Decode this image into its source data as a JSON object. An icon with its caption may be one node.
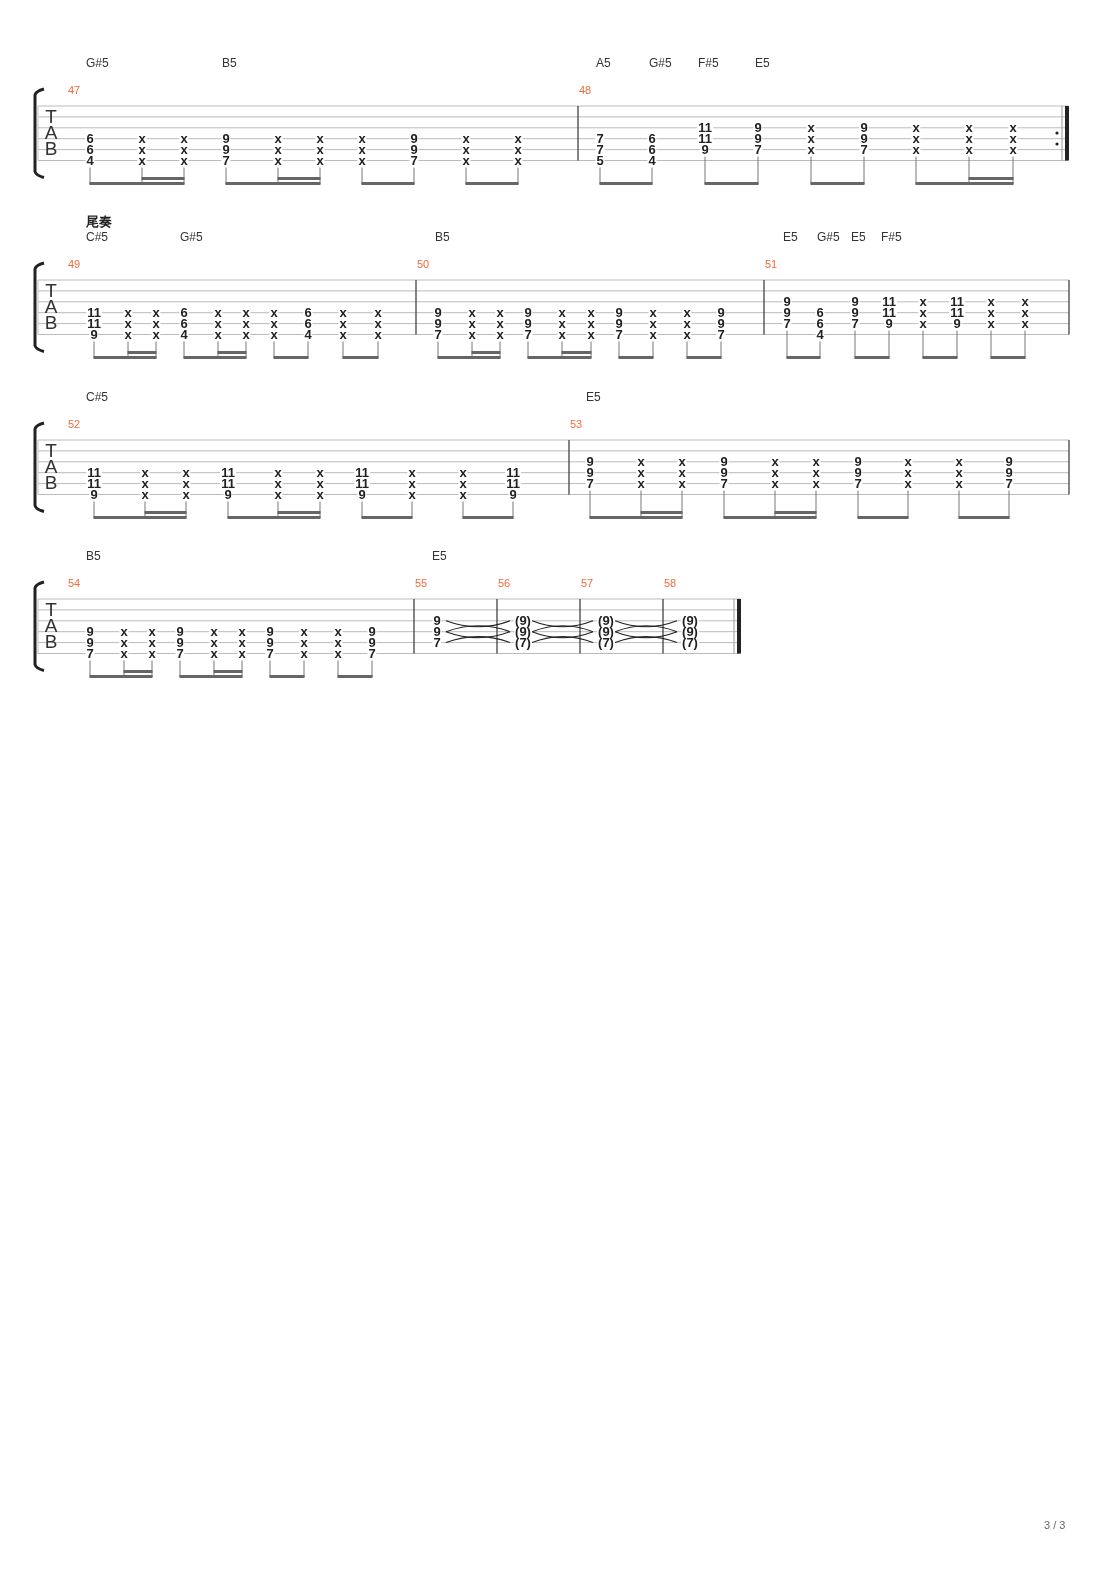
{
  "diagram": {
    "labels": [
      "T",
      "A",
      "B",
      "G#5",
      "B5",
      "A5",
      "G#5",
      "F#5",
      "E5",
      "47",
      "6",
      "6",
      "4",
      "x",
      "x",
      "x",
      "x",
      "x",
      "x",
      "9",
      "9",
      "7",
      "x",
      "x",
      "x",
      "x",
      "x",
      "x",
      "x",
      "x",
      "x",
      "9",
      "9",
      "7",
      "x",
      "x",
      "x",
      "x",
      "x",
      "x",
      "48",
      "7",
      "7",
      "5",
      "6",
      "6",
      "4",
      "11",
      "11",
      "9",
      "9",
      "9",
      "7",
      "x",
      "x",
      "x",
      "9",
      "9",
      "7",
      "x",
      "x",
      "x",
      "x",
      "x",
      "x",
      "x",
      "x",
      "x",
      "T",
      "A",
      "B",
      "尾奏",
      "C#5",
      "G#5",
      "B5",
      "E5",
      "G#5",
      "E5",
      "F#5",
      "49",
      "11",
      "11",
      "9",
      "x",
      "x",
      "x",
      "x",
      "x",
      "x",
      "6",
      "6",
      "4",
      "x",
      "x",
      "x",
      "x",
      "x",
      "x",
      "x",
      "x",
      "x",
      "6",
      "6",
      "4",
      "x",
      "x",
      "x",
      "x",
      "x",
      "x",
      "50",
      "9",
      "9",
      "7",
      "x",
      "x",
      "x",
      "x",
      "x",
      "x",
      "9",
      "9",
      "7",
      "x",
      "x",
      "x",
      "x",
      "x",
      "x",
      "9",
      "9",
      "7",
      "x",
      "x",
      "x",
      "x",
      "x",
      "x",
      "9",
      "9",
      "7",
      "51",
      "9",
      "9",
      "7",
      "6",
      "6",
      "4",
      "9",
      "9",
      "7",
      "11",
      "11",
      "9",
      "x",
      "x",
      "x",
      "11",
      "11",
      "9",
      "x",
      "x",
      "x",
      "x",
      "x",
      "x",
      "T",
      "A",
      "B",
      "C#5",
      "E5",
      "52",
      "11",
      "11",
      "9",
      "x",
      "x",
      "x",
      "x",
      "x",
      "x",
      "11",
      "11",
      "9",
      "x",
      "x",
      "x",
      "x",
      "x",
      "x",
      "11",
      "11",
      "9",
      "x",
      "x",
      "x",
      "x",
      "x",
      "x",
      "11",
      "11",
      "9",
      "53",
      "9",
      "9",
      "7",
      "x",
      "x",
      "x",
      "x",
      "x",
      "x",
      "9",
      "9",
      "7",
      "x",
      "x",
      "x",
      "x",
      "x",
      "x",
      "9",
      "9",
      "7",
      "x",
      "x",
      "x",
      "x",
      "x",
      "x",
      "9",
      "9",
      "7",
      "T",
      "A",
      "B",
      "B5",
      "E5",
      "54",
      "9",
      "9",
      "7",
      "x",
      "x",
      "x",
      "x",
      "x",
      "x",
      "9",
      "9",
      "7",
      "x",
      "x",
      "x",
      "x",
      "x",
      "x",
      "9",
      "9",
      "7",
      "x",
      "x",
      "x",
      "x",
      "x",
      "x",
      "9",
      "9",
      "7",
      "55",
      "9",
      "9",
      "7",
      "56",
      "(9)",
      "(9)",
      "(7)",
      "57",
      "(9)",
      "(9)",
      "(7)",
      "58",
      "(9)",
      "(9)",
      "(7)",
      "3 / 3"
    ]
  }
}
